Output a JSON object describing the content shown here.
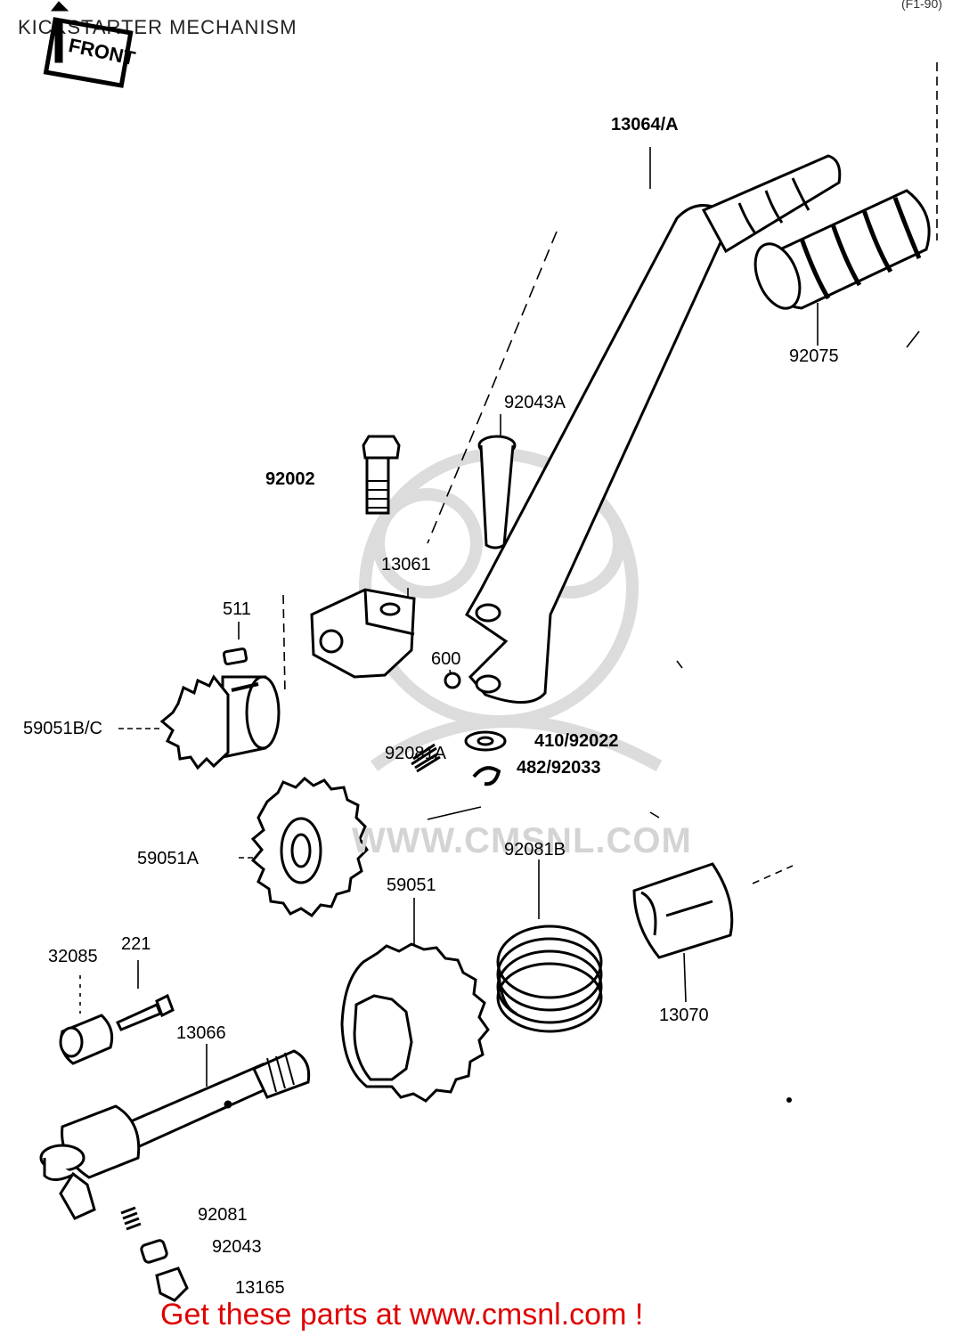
{
  "title": "KICKSTARTER MECHANISM",
  "corner_mark": "(F1-90)",
  "front_label": "FRONT",
  "watermark_url": "WWW.CMSNL.COM",
  "footer": "Get these parts at www.cmsnl.com !",
  "colors": {
    "footer": "#e00000",
    "line": "#000000",
    "watermark": "#d4d4d4"
  },
  "parts": {
    "p13064": "13064/A",
    "p92075": "92075",
    "p92043a": "92043A",
    "p92002": "92002",
    "p13061": "13061",
    "p511": "511",
    "p600": "600",
    "p59051bc": "59051B/C",
    "p92081a": "92081A",
    "p410": "410/92022",
    "p482": "482/92033",
    "p59051a": "59051A",
    "p92081b": "92081B",
    "p59051": "59051",
    "p32085": "32085",
    "p221": "221",
    "p13066": "13066",
    "p13070": "13070",
    "p92081": "92081",
    "p92043": "92043",
    "p13165": "13165"
  }
}
